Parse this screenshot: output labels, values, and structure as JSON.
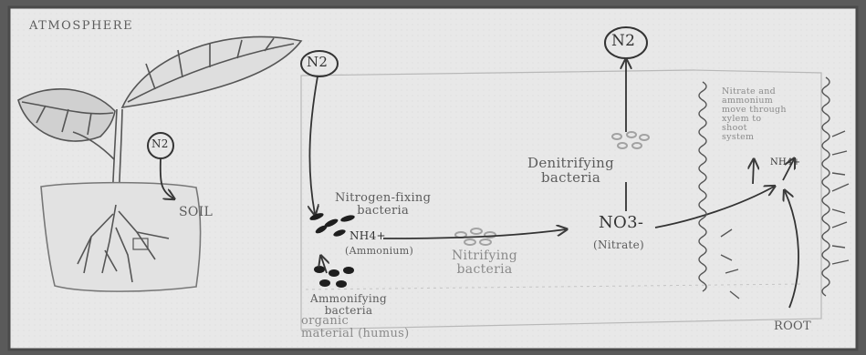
{
  "labels": {
    "atmosphere": "ATMOSPHERE",
    "n2_plant": "N2",
    "soil": "SOIL",
    "n2_top": "N2",
    "n2_right": "N2",
    "nitrogen_fixing": "Nitrogen-fixing\nbacteria",
    "ammonium_formula": "NH4+",
    "ammonium_name": "(Ammonium)",
    "nitrifying": "Nitrifying\nbacteria",
    "denitrifying": "Denitrifying\nbacteria",
    "nitrate_formula": "NO3-",
    "nitrate_name": "(Nitrate)",
    "ammonifying": "Ammonifying\nbacteria",
    "organic": "organic\nmaterial (humus)",
    "root": "ROOT",
    "uptake_note": "Nitrate and\nammonium\nmove through\nxylem to\nshoot\nsystem",
    "root_nh4": "NH4+"
  },
  "colors": {
    "paper": "#e9e9e9",
    "ink": "#3a3a3a",
    "pencil": "#6a6a6a",
    "frame": "#4a4a4a"
  }
}
